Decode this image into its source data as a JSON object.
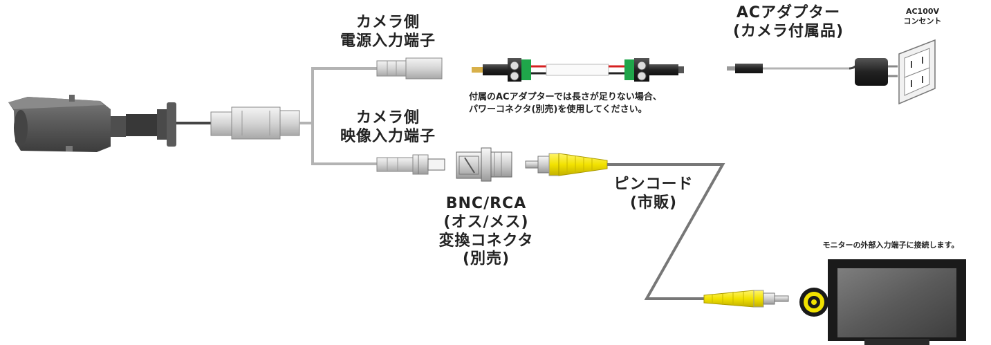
{
  "labels": {
    "camera_power_terminal": [
      "カメラ側",
      "電源入力端子"
    ],
    "camera_video_terminal": [
      "カメラ側",
      "映像入力端子"
    ],
    "ac_adapter": [
      "ACアダプター",
      "(カメラ付属品)"
    ],
    "outlet": [
      "AC100V",
      "コンセント"
    ],
    "power_note": [
      "付属のACアダプターでは長さが足りない場合、",
      "パワーコネクタ(別売)を使用してください。"
    ],
    "bnc_rca": [
      "BNC/RCA",
      "(オス/メス)",
      "変換コネクタ",
      "(別売)"
    ],
    "pin_cord": [
      "ピンコード",
      "(市販)"
    ],
    "monitor_note": "モニターの外部入力端子に接続します。"
  },
  "colors": {
    "cable_gray": "#b3b3b3",
    "rca_yellow": "#f2e200",
    "terminal_green": "#1fa64a",
    "camera_body": "#5a5a5a"
  }
}
